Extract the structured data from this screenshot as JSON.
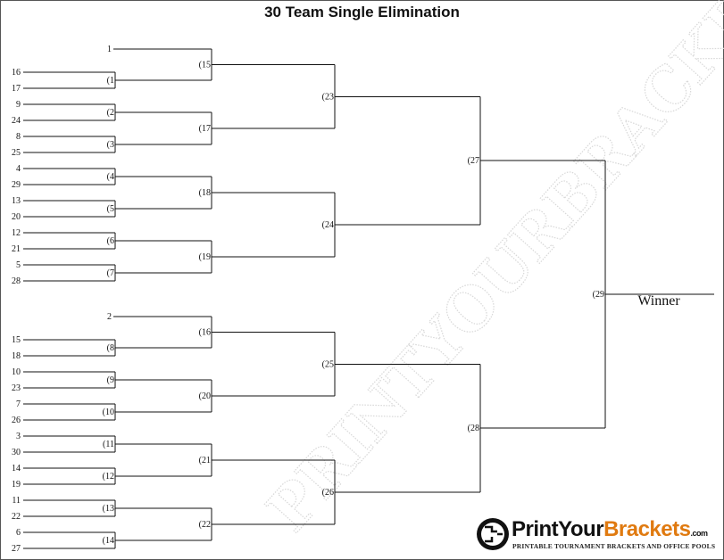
{
  "title": "30 Team Single Elimination",
  "winner_label": "Winner",
  "watermark": "PRINTYOURBRACKETS",
  "logo": {
    "name_part1": "PrintYour",
    "name_part2": "Brackets",
    "suffix": ".com",
    "tagline": "PRINTABLE TOURNAMENT BRACKETS AND OFFICE POOLS",
    "accent_color": "#e07a10"
  },
  "round1_seeds": [
    "16",
    "17",
    "9",
    "24",
    "8",
    "25",
    "4",
    "29",
    "13",
    "20",
    "12",
    "21",
    "5",
    "28",
    "15",
    "18",
    "10",
    "23",
    "7",
    "26",
    "3",
    "30",
    "14",
    "19",
    "11",
    "22",
    "6",
    "27"
  ],
  "bye_seeds": [
    "1",
    "2"
  ],
  "game_labels": {
    "round1": [
      "(1",
      "(2",
      "(3",
      "(4",
      "(5",
      "(6",
      "(7",
      "(8",
      "(9",
      "(10",
      "(11",
      "(12",
      "(13",
      "(14"
    ],
    "round2": [
      "(15",
      "(17",
      "(18",
      "(19",
      "(16",
      "(20",
      "(21",
      "(22"
    ],
    "round3": [
      "(23",
      "(24",
      "(25",
      "(26"
    ],
    "round4": [
      "(27",
      "(28"
    ],
    "final": "(29"
  }
}
